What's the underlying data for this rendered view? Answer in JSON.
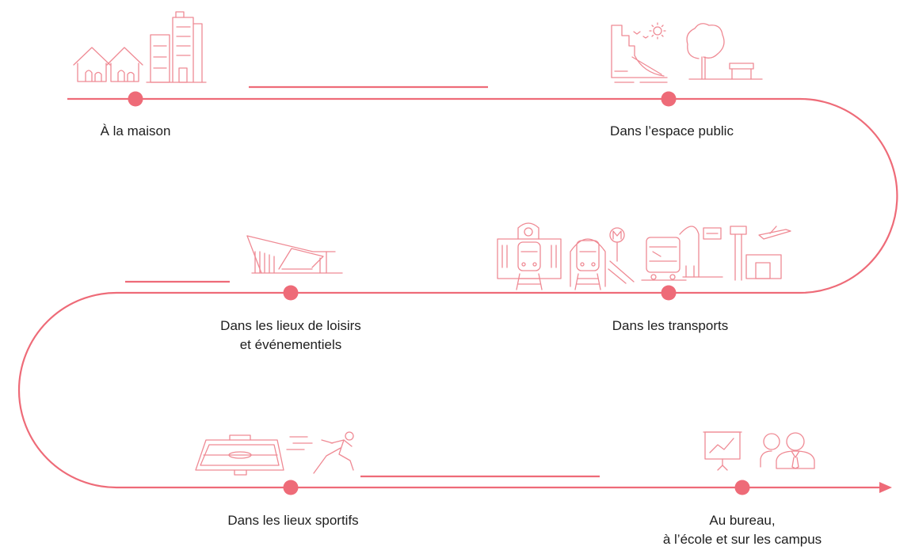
{
  "accent_color": "#ee6b78",
  "steps": [
    {
      "id": "maison",
      "lines": [
        "À la maison"
      ],
      "icon": "houses-building-icon"
    },
    {
      "id": "espace",
      "lines": [
        "Dans l’espace public"
      ],
      "icon": "park-icon"
    },
    {
      "id": "loisirs",
      "lines": [
        "Dans les lieux de loisirs",
        "et événementiels"
      ],
      "icon": "venue-icon"
    },
    {
      "id": "transports",
      "lines": [
        "Dans les transports"
      ],
      "icon": "transport-icon"
    },
    {
      "id": "sportifs",
      "lines": [
        "Dans les lieux sportifs"
      ],
      "icon": "sports-icon"
    },
    {
      "id": "bureau",
      "lines": [
        "Au bureau,",
        "à l’école et sur les campus"
      ],
      "icon": "office-icon"
    }
  ]
}
